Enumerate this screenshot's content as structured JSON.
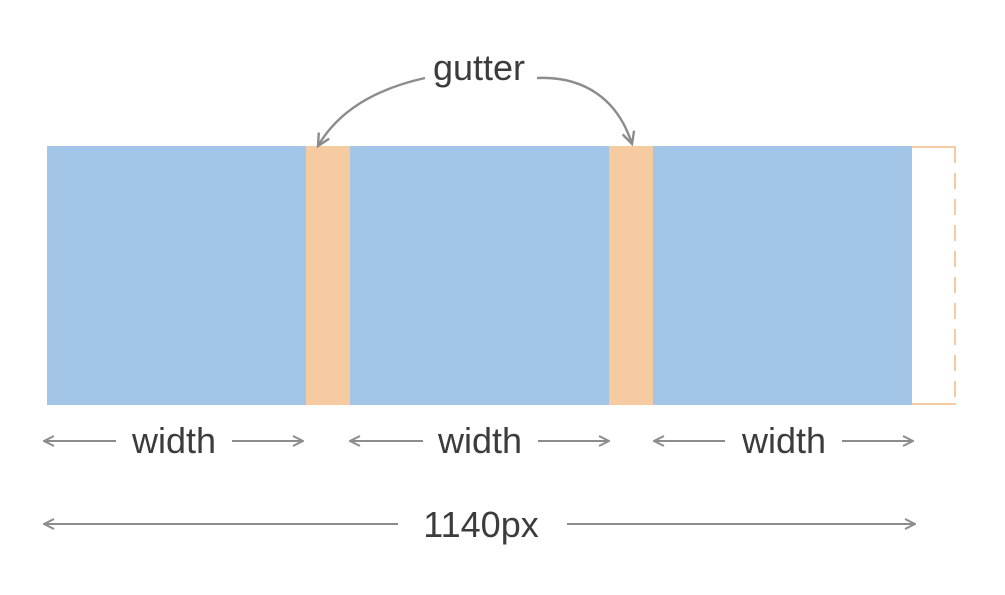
{
  "diagram": {
    "gutter_label": "gutter",
    "column_label": "width",
    "total_label": "1140px",
    "colors": {
      "column": "#a3c5e7",
      "gutter": "#f6cba1",
      "arrow": "#8c8c8c",
      "text": "#3c3c3c"
    }
  }
}
